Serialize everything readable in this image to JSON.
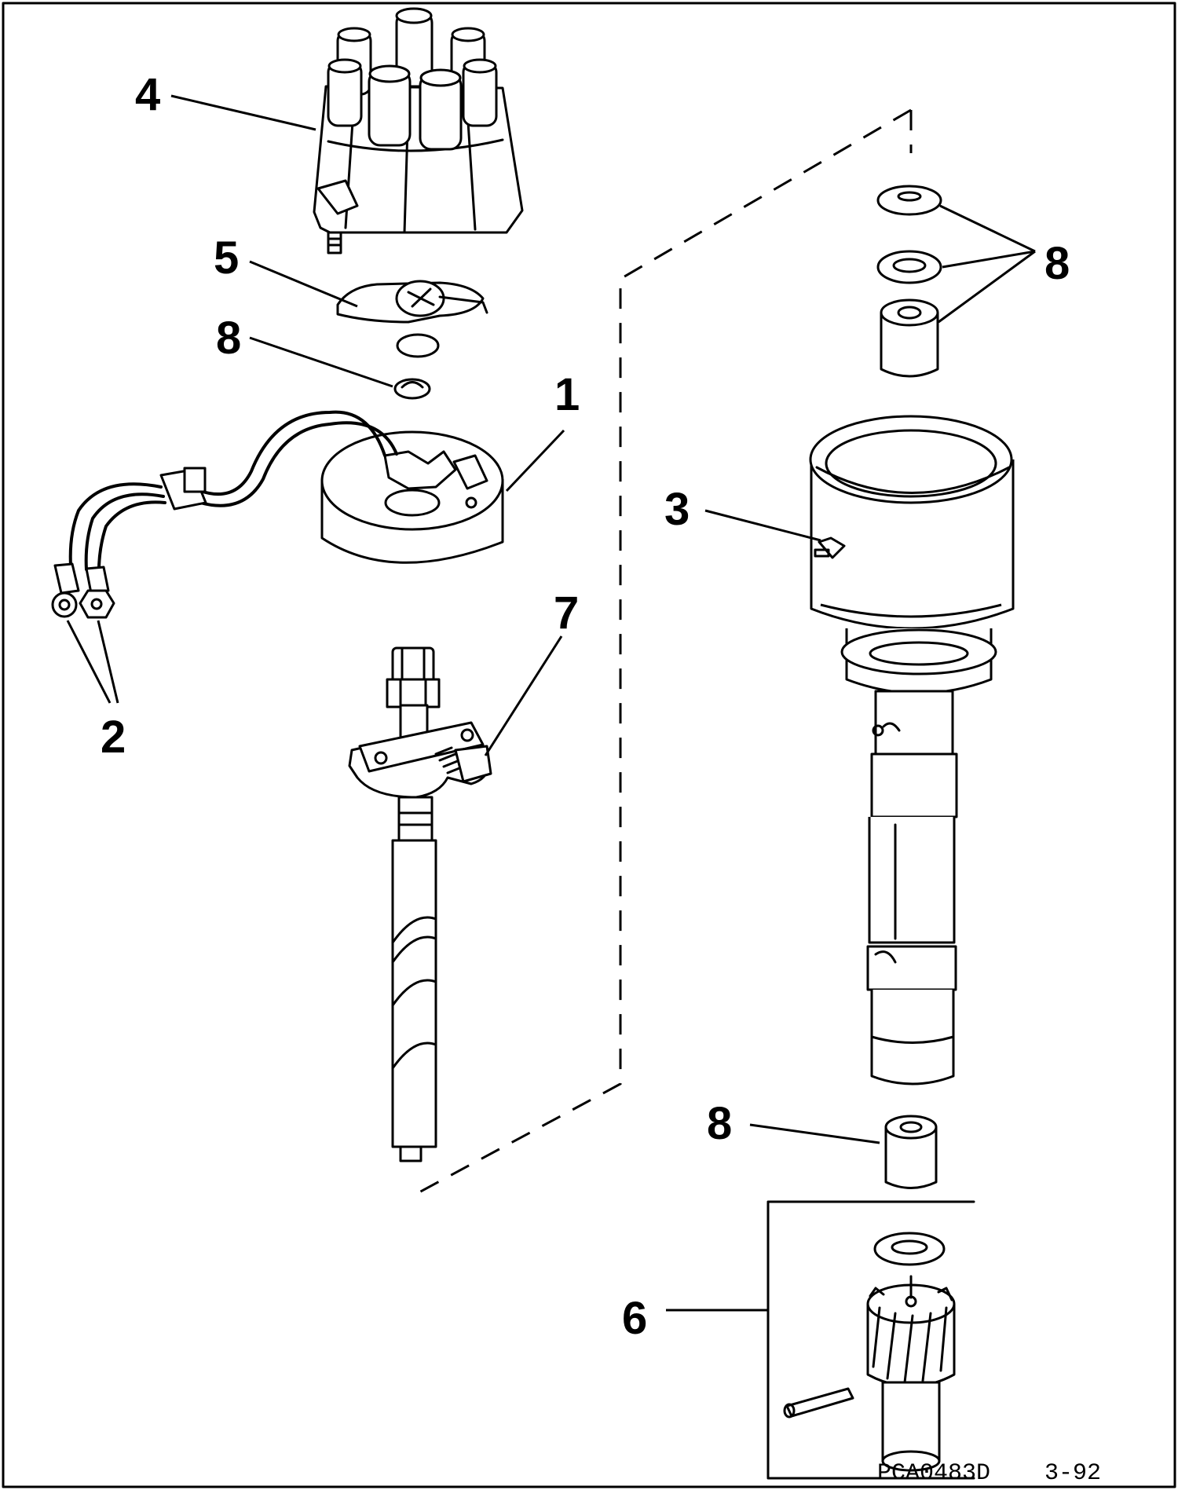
{
  "diagram": {
    "callouts": [
      {
        "id": "c1",
        "label": "1"
      },
      {
        "id": "c2",
        "label": "2"
      },
      {
        "id": "c3",
        "label": "3"
      },
      {
        "id": "c4",
        "label": "4"
      },
      {
        "id": "c5",
        "label": "5"
      },
      {
        "id": "c6",
        "label": "6"
      },
      {
        "id": "c7",
        "label": "7"
      },
      {
        "id": "c8a",
        "label": "8"
      },
      {
        "id": "c8b",
        "label": "8"
      },
      {
        "id": "c8c",
        "label": "8"
      }
    ],
    "footer": {
      "part_code": "PCA0483D",
      "page_ref": "3-92"
    }
  }
}
